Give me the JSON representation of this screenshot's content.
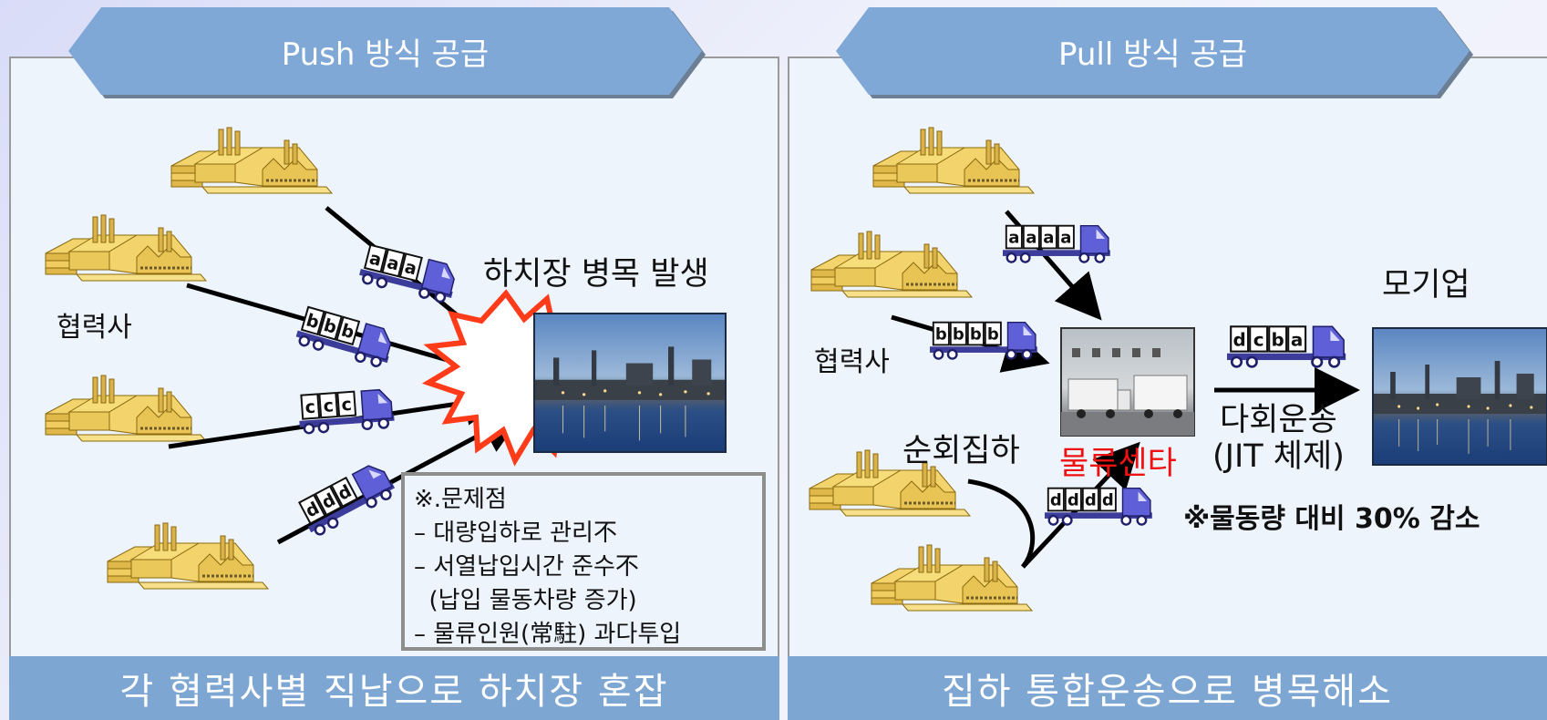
{
  "colors": {
    "header_fill": "#7fa8d6",
    "footer_fill": "#7ea6d2",
    "panel_fill": "#eef4fc",
    "factory_fill": "#f3d36b",
    "truck_cab": "#5f5fd8",
    "burst_stroke": "#ff3b1a",
    "highlight_text": "#ee1111"
  },
  "left": {
    "header": "Push 방식 공급",
    "footer": "각 협력사별 직납으로 하치장 혼잡",
    "supplier_label": "협력사",
    "bottleneck_label": "하치장 병목 발생",
    "truck_cargo": [
      "aaa",
      "bbb",
      "ccc",
      "ddd"
    ],
    "problems": {
      "title": "※.문제점",
      "items": [
        "– 대량입하로 관리不",
        "– 서열납입시간 준수不",
        "  (납입 물동차량 증가)",
        "– 물류인원(常駐) 과다투입"
      ]
    }
  },
  "right": {
    "header": "Pull 방식 공급",
    "footer": "집하 통합운송으로 병목해소",
    "supplier_label": "협력사",
    "milk_run_label": "순회집하",
    "logistics_center_label": "물류센타",
    "parent_company_label": "모기업",
    "multi_delivery_label": "다회운송",
    "jit_label": "(JIT 체제)",
    "reduction_note": "※물동량 대비 30% 감소",
    "truck_cargo": [
      "aaaa",
      "bbbb",
      "dcba",
      "dddd"
    ]
  }
}
